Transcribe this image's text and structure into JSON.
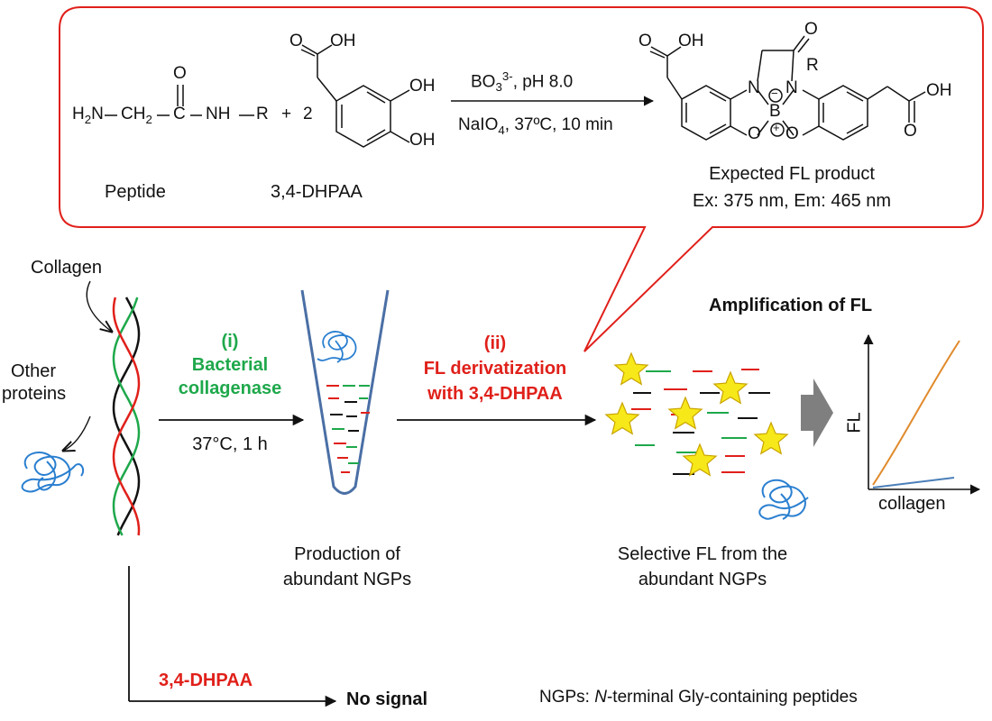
{
  "colors": {
    "callout_border": "#e0201a",
    "green": "#1ea84b",
    "red": "#e0201a",
    "blue": "#2a7fd0",
    "black": "#111111",
    "star_fill": "#f7e81a",
    "star_stroke": "#c9a400",
    "arrow_gray": "#7f7f7f",
    "curve_orange": "#e08a2c",
    "curve_blue": "#4a7fb8"
  },
  "reaction": {
    "reagent_top": "BO",
    "reagent_top_sub": "3",
    "reagent_top_sup": "3-",
    "reagent_top_rest": ", pH 8.0",
    "reagent_bottom": "NaIO",
    "reagent_bottom_sub": "4",
    "reagent_bottom_rest": ", 37ºC, 10 min",
    "peptide_formula": {
      "h2n": "H",
      "h2n_sub": "2",
      "n": "N",
      "ch2_c": "CH",
      "ch2_sub": "2",
      "c": "C",
      "o": "O",
      "nh": "NH",
      "r": "R",
      "plus": "+",
      "coef": "2"
    },
    "dhpaa_labels": {
      "cooh": "O",
      "oh_top": "OH",
      "oh_acid": "OH",
      "oh_bottom": "OH",
      "o_acid": "O"
    },
    "product_labels": {
      "oh_left": "OH",
      "o_left": "O",
      "n1": "N",
      "n2": "N",
      "b": "B",
      "o1": "O",
      "o2": "O",
      "o_carbonyl": "O",
      "r": "R",
      "oh_right": "OH",
      "o_right": "O",
      "minus": "−",
      "plus": "+"
    },
    "peptide_name": "Peptide",
    "dhpaa_name": "3,4-DHPAA",
    "product_name": "Expected FL product",
    "product_wavelengths": "Ex: 375 nm, Em: 465 nm"
  },
  "left": {
    "collagen_label": "Collagen",
    "other_proteins_label": "Other proteins"
  },
  "step1": {
    "number": "(i)",
    "line1": "Bacterial",
    "line2": "collagenase",
    "condition": "37°C, 1 h",
    "caption_line1": "Production of",
    "caption_line2": "abundant NGPs"
  },
  "step2": {
    "number": "(ii)",
    "line1": "FL derivatization",
    "line2": "with 3,4-DHPAA",
    "caption_line1": "Selective FL from the",
    "caption_line2": "abundant NGPs"
  },
  "amplification": {
    "title": "Amplification of FL",
    "ylabel": "FL",
    "xlabel": "collagen"
  },
  "bottom": {
    "reagent": "3,4-DHPAA",
    "result": "No signal",
    "footnote_prefix": "NGPs: ",
    "footnote_italic": "N",
    "footnote_rest": "-terminal Gly-containing peptides"
  }
}
